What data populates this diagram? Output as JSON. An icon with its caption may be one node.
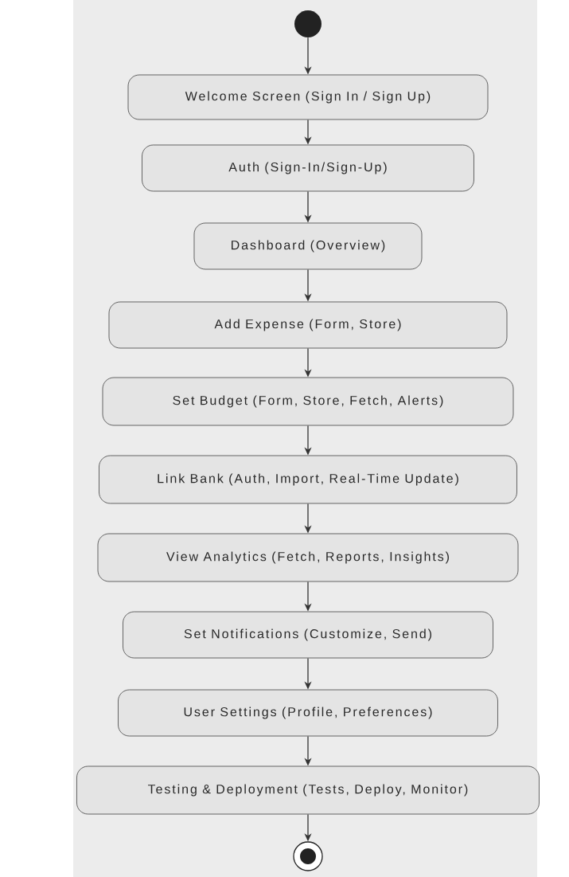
{
  "diagram": {
    "nodes": [
      {
        "text": [],
        "shape": "circle"
      },
      {
        "text": [
          "Welcome Screen (Sign In / Sign Up)"
        ]
      },
      {
        "text": [
          "Auth (Sign-In/Sign-Up)"
        ]
      },
      {
        "text": [
          "Dashboard (Overview)"
        ]
      },
      {
        "text": [
          "Add Expense (Form, Store)"
        ]
      },
      {
        "text": [
          "Set Budget (Form, Store, Fetch, Alerts)"
        ]
      },
      {
        "text": [
          "Link Bank (Auth, Import, Real-Time Update)"
        ]
      },
      {
        "text": [
          "View Analytics (Fetch, Reports, Insights)"
        ]
      },
      {
        "text": [
          "Set Notifications (Customize, Send)"
        ]
      },
      {
        "text": [
          "User Settings (Profile, Preferences)"
        ]
      },
      {
        "text": [
          "Testing & Deployment (Tests, Deploy, Monitor)"
        ]
      },
      {
        "text": [],
        "shape": "bullseye"
      }
    ],
    "edges": [
      {
        "from": 0,
        "to": 1,
        "arrow": "to"
      },
      {
        "from": 1,
        "to": 2,
        "arrow": "to"
      },
      {
        "from": 2,
        "to": 3,
        "arrow": "to"
      },
      {
        "from": 3,
        "to": 4,
        "arrow": "to"
      },
      {
        "from": 4,
        "to": 5,
        "arrow": "to"
      },
      {
        "from": 5,
        "to": 6,
        "arrow": "to"
      },
      {
        "from": 6,
        "to": 7,
        "arrow": "to"
      },
      {
        "from": 7,
        "to": 8,
        "arrow": "to"
      },
      {
        "from": 8,
        "to": 9,
        "arrow": "to"
      },
      {
        "from": 9,
        "to": 10,
        "arrow": "to"
      },
      {
        "from": 10,
        "to": 11,
        "arrow": "to"
      }
    ]
  }
}
